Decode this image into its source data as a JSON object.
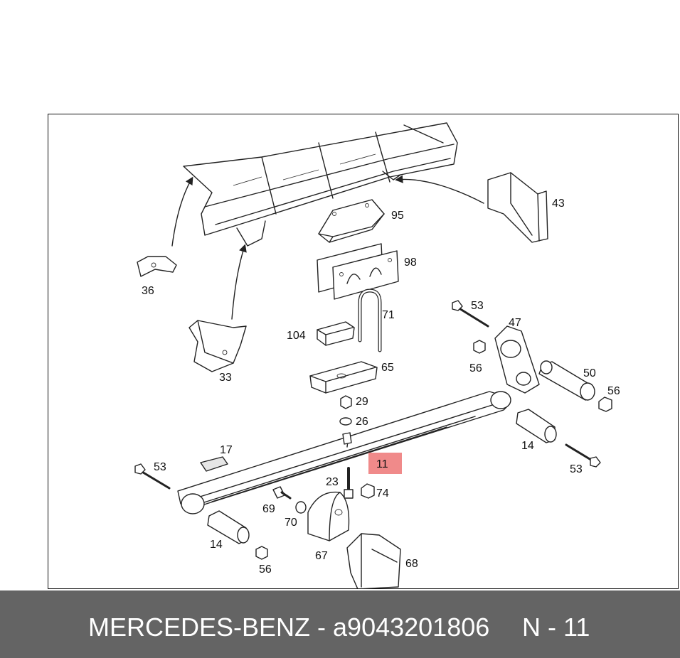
{
  "diagram": {
    "callouts": [
      {
        "id": "c95",
        "text": "95"
      },
      {
        "id": "c43",
        "text": "43"
      },
      {
        "id": "c98",
        "text": "98"
      },
      {
        "id": "c36",
        "text": "36"
      },
      {
        "id": "c71",
        "text": "71"
      },
      {
        "id": "c53a",
        "text": "53"
      },
      {
        "id": "c47",
        "text": "47"
      },
      {
        "id": "c104",
        "text": "104"
      },
      {
        "id": "c33",
        "text": "33"
      },
      {
        "id": "c65",
        "text": "65"
      },
      {
        "id": "c56a",
        "text": "56"
      },
      {
        "id": "c50",
        "text": "50"
      },
      {
        "id": "c56b",
        "text": "56"
      },
      {
        "id": "c29",
        "text": "29"
      },
      {
        "id": "c26",
        "text": "26"
      },
      {
        "id": "c14a",
        "text": "14"
      },
      {
        "id": "c17",
        "text": "17"
      },
      {
        "id": "c53b",
        "text": "53"
      },
      {
        "id": "c53c",
        "text": "53"
      },
      {
        "id": "c11",
        "text": "11"
      },
      {
        "id": "c23",
        "text": "23"
      },
      {
        "id": "c74",
        "text": "74"
      },
      {
        "id": "c69",
        "text": "69"
      },
      {
        "id": "c70",
        "text": "70"
      },
      {
        "id": "c14b",
        "text": "14"
      },
      {
        "id": "c67",
        "text": "67"
      },
      {
        "id": "c68",
        "text": "68"
      },
      {
        "id": "c56c",
        "text": "56"
      }
    ],
    "highlight_color": "#f08a8a"
  },
  "footer": {
    "part_text": "MERCEDES-BENZ - a9043201806",
    "ref_text": "N - 11",
    "background": "#646464",
    "text_color": "#ffffff"
  }
}
